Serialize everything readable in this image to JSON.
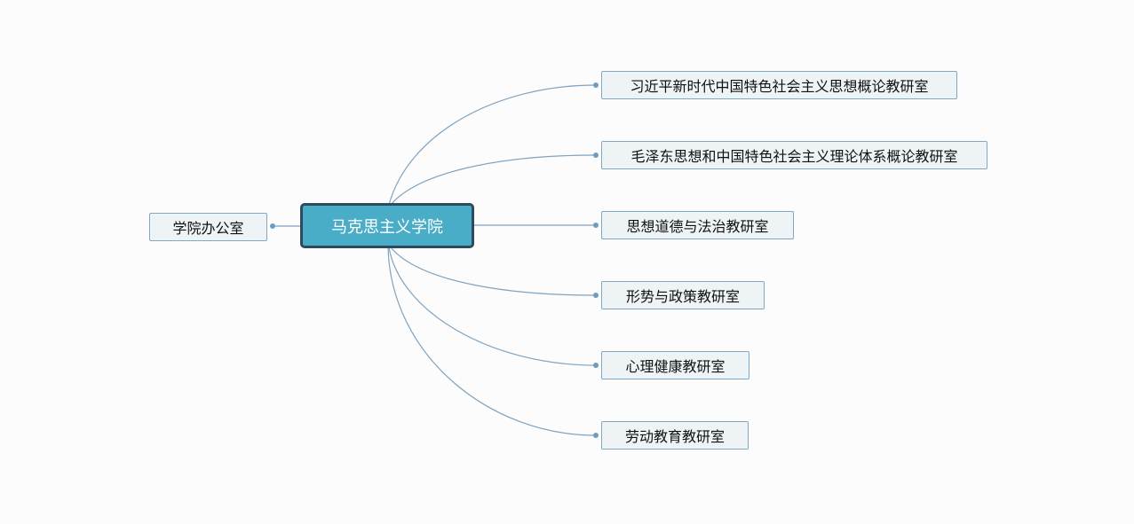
{
  "root": {
    "label": "马克思主义学院"
  },
  "left_branch": {
    "label": "学院办公室"
  },
  "right_branches": [
    {
      "label": "习近平新时代中国特色社会主义思想概论教研室"
    },
    {
      "label": "毛泽东思想和中国特色社会主义理论体系概论教研室"
    },
    {
      "label": "思想道德与法治教研室"
    },
    {
      "label": "形势与政策教研室"
    },
    {
      "label": "心理健康教研室"
    },
    {
      "label": "劳动教育教研室"
    }
  ],
  "colors": {
    "root_fill": "#49adc7",
    "root_border": "#2e4a5d",
    "node_fill": "#eef3f6",
    "node_border": "#7fa8c6",
    "connector": "#7fa3c0",
    "dot": "#6f9bbd"
  }
}
